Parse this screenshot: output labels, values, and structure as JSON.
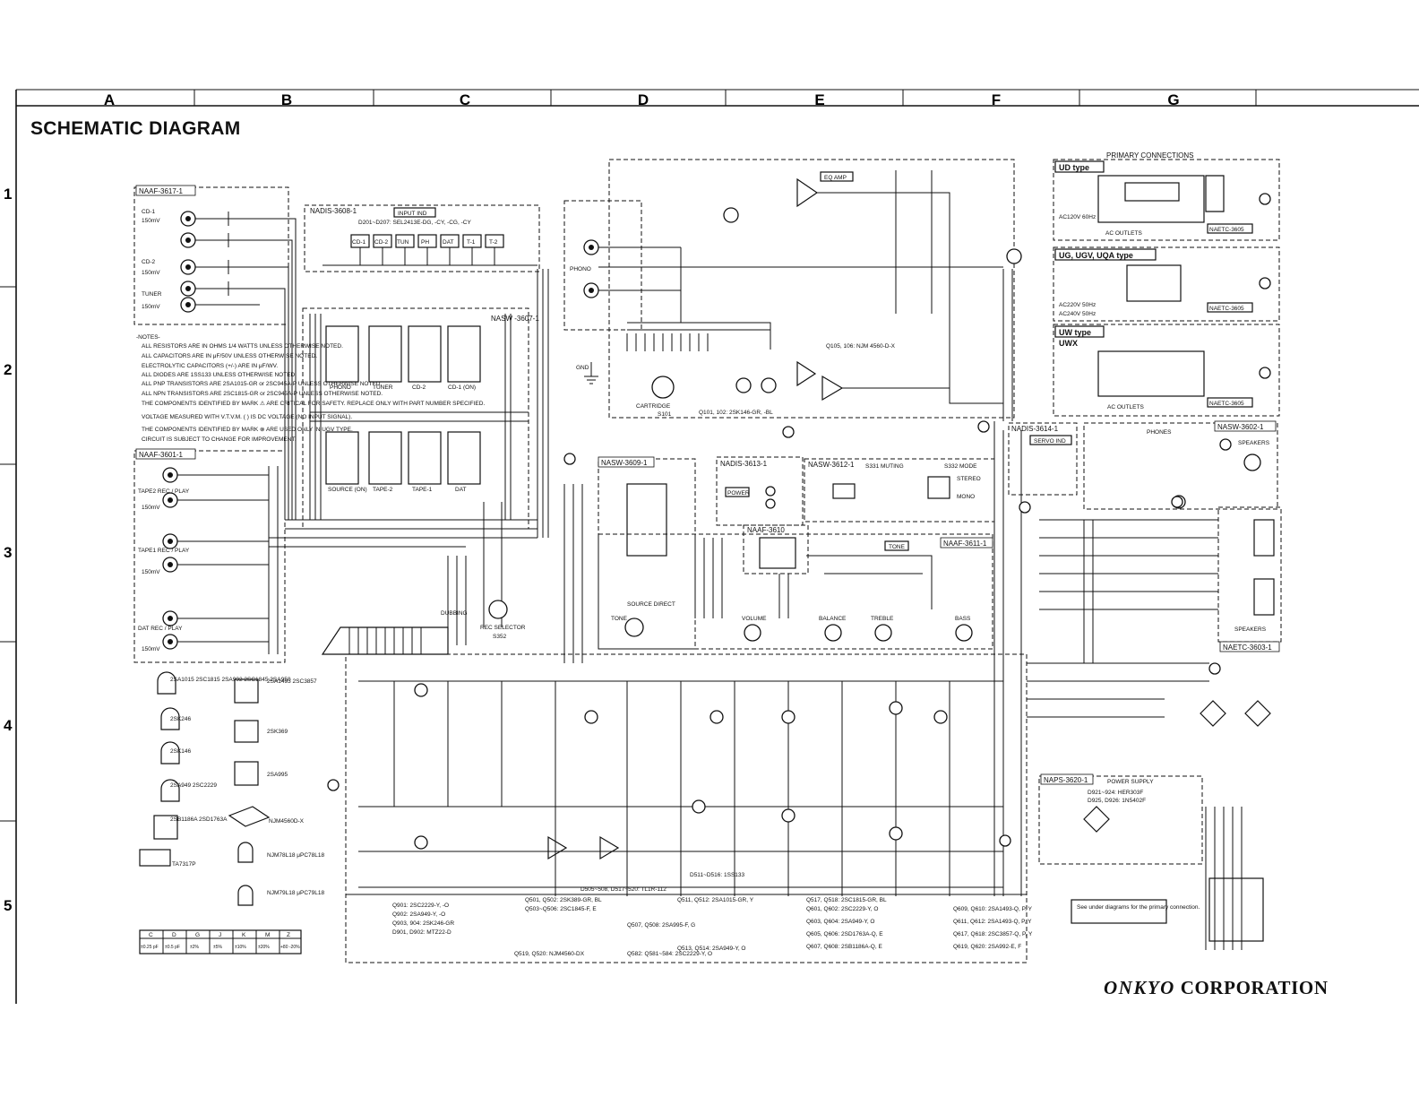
{
  "title": "SCHEMATIC DIAGRAM",
  "corporation": {
    "brand": "ONKYO",
    "suffix": "CORPORATION"
  },
  "columns": [
    "A",
    "B",
    "C",
    "D",
    "E",
    "F",
    "G"
  ],
  "rows": [
    "1",
    "2",
    "3",
    "4",
    "5"
  ],
  "boards": {
    "naaf3617": "NAAF-3617-1",
    "nadis3608": "NADIS-3608-1",
    "nasw3607": "NASW -3607-1",
    "naaf3601": "NAAF-3601-1",
    "nasw3609": "NASW-3609-1",
    "nadis3613": "NADIS-3613-1",
    "nasw3612": "NASW-3612-1",
    "naaf3610": "NAAF-3610",
    "naaf3611": "NAAF-3611-1",
    "nadis3614": "NADIS-3614-1",
    "nasw3602": "NASW-3602-1",
    "naetc3603": "NAETC-3603-1",
    "naps3620": "NAPS-3620-1",
    "naetc3605a": "NAETC-3605",
    "naetc3605b": "NAETC-3605",
    "naetc3605c": "NAETC-3605"
  },
  "labels": {
    "input_ind": "INPUT IND",
    "diode_list": "D201~D207: SEL2413E-DG, -CY, -CG, -CY",
    "inputs": [
      "CD-1",
      "CD-2",
      "TUN",
      "PH",
      "DAT",
      "T-1",
      "T-2"
    ],
    "eq_amp": "EQ AMP",
    "phono": "PHONO",
    "gnd": "GND",
    "cartridge": "CARTRIDGE",
    "s101": "S101",
    "q_eq": "Q105, 106: NJM 4560-D-X",
    "q101": "Q101, 102: 2SK146-GR, -BL",
    "primary_connections": "PRIMARY CONNECTIONS",
    "ud_type": "UD type",
    "ug_type": "UG, UGV, UQA type",
    "uw_type": "UW type",
    "uwx": "UWX",
    "ac_outlets": "AC OUTLETS",
    "ac120v": "AC120V 60Hz",
    "ac220v": "AC220V 50Hz",
    "ac240v": "AC240V 50Hz",
    "servo_ind": "SERVO IND",
    "phones": "PHONES",
    "speakers": "SPEAKERS",
    "power": "POWER",
    "muting": "S331 MUTING",
    "mode": "S332 MODE",
    "stereo": "STEREO",
    "mono": "MONO",
    "tone": "TONE",
    "source_direct": "SOURCE DIRECT",
    "volume": "VOLUME",
    "balance": "BALANCE",
    "treble": "TREBLE",
    "bass": "BASS",
    "rec_selector": "REC SELECTOR",
    "s352": "S352",
    "dubbing": "DUBBING",
    "power_supply": "POWER SUPPLY",
    "naps_diodes": "D921~924: HER303F",
    "naps_diodes2": "D925, D926: 1N5402F",
    "see_under": "See under diagrams for the primary connection.",
    "d511": "D511~D516: 1SS133",
    "d505": "D505~508, D517~520: TL1R-112"
  },
  "switch_banks": {
    "top": [
      "PHONO",
      "TUNER",
      "CD-2",
      "CD-1 (ON)"
    ],
    "bottom": [
      "SOURCE (ON)",
      "TAPE-2",
      "TAPE-1",
      "DAT"
    ]
  },
  "jacks_left": [
    {
      "group": "CD-1",
      "level": "150mV"
    },
    {
      "group": "CD-2",
      "level": "150mV"
    },
    {
      "group": "TUNER",
      "level": "150mV"
    },
    {
      "group": "TAPE2 REC / PLAY",
      "level": "150mV"
    },
    {
      "group": "TAPE1 REC / PLAY",
      "level": "150mV"
    },
    {
      "group": "DAT REC / PLAY",
      "level": "150mV"
    }
  ],
  "notes": [
    "-NOTES-",
    "ALL RESISTORS ARE IN OHMS 1/4 WATTS UNLESS OTHERWISE NOTED.",
    "ALL CAPACITORS ARE IN μF/50V UNLESS OTHERWISE NOTED.",
    "ELECTROLYTIC CAPACITORS (+/-) ARE IN μF/WV.",
    "ALL DIODES ARE 1SS133 UNLESS OTHERWISE NOTED.",
    "ALL PNP TRANSISTORS ARE 2SA1015-GR or 2SC945A-P UNLESS OTHERWISE NOTED.",
    "ALL NPN TRANSISTORS ARE 2SC1815-GR or 2SC945A-P UNLESS OTHERWISE NOTED.",
    "THE COMPONENTS IDENTIFIED BY MARK ⚠ ARE CRITICAL FOR SAFETY. REPLACE ONLY WITH PART NUMBER SPECIFIED.",
    "VOLTAGE MEASURED WITH V.T.V.M. (  ) IS DC VOLTAGE (NO INPUT SIGNAL).",
    "THE COMPONENTS IDENTIFIED BY MARK ⊗ ARE USED ONLY IN UGV TYPE.",
    "CIRCUIT IS SUBJECT TO CHANGE FOR IMPROVEMENT."
  ],
  "part_legend": [
    "2SA1015 2SC1815 2SA992 2SC1845 2SA950",
    "2SA1493 2SC3857",
    "2SK246",
    "2SK369",
    "2SK146",
    "2SA995",
    "2SA949 2SC2229",
    "2SB1186A 2SD1763A",
    "NJM4560D-X",
    "TA7317P",
    "NJM78L18 μPC78L18",
    "NJM79L18 μPC79L18"
  ],
  "cap_table": {
    "headers": [
      "C",
      "D",
      "G",
      "J",
      "K",
      "M",
      "Z"
    ],
    "values": [
      "±0.25 pF",
      "±0.5 pF",
      "±2%",
      "±5%",
      "±10%",
      "±20%",
      "+80 -20%"
    ]
  },
  "transistor_list": [
    "Q901: 2SC2229-Y, -O",
    "Q902: 2SA949-Y, -O",
    "Q903, 904: 2SK246-GR",
    "D901, D902: MTZ22-D",
    "Q501, Q502: 2SK389-GR, BL",
    "Q503~Q506: 2SC1845-F, E",
    "Q507, Q508: 2SA995-F, G",
    "Q582: Q581~584: 2SC2229-Y, O",
    "Q511, Q512: 2SA1015-GR, Y",
    "Q513, Q514: 2SA949-Y, O",
    "Q517, Q518: 2SC1815-GR, BL",
    "Q601, Q602: 2SC2229-Y, O",
    "Q603, Q604: 2SA949-Y, O",
    "Q605, Q606: 2SD1763A-Q, E",
    "Q607, Q608: 2SB1186A-Q, E",
    "Q609, Q610: 2SA1493-Q, P, Y",
    "Q611, Q612: 2SA1493-Q, P, Y",
    "Q617, Q618: 2SC3857-Q, P, Y",
    "Q619, Q620: 2SA992-E, F",
    "Q519, Q520: NJM4560-DX"
  ]
}
